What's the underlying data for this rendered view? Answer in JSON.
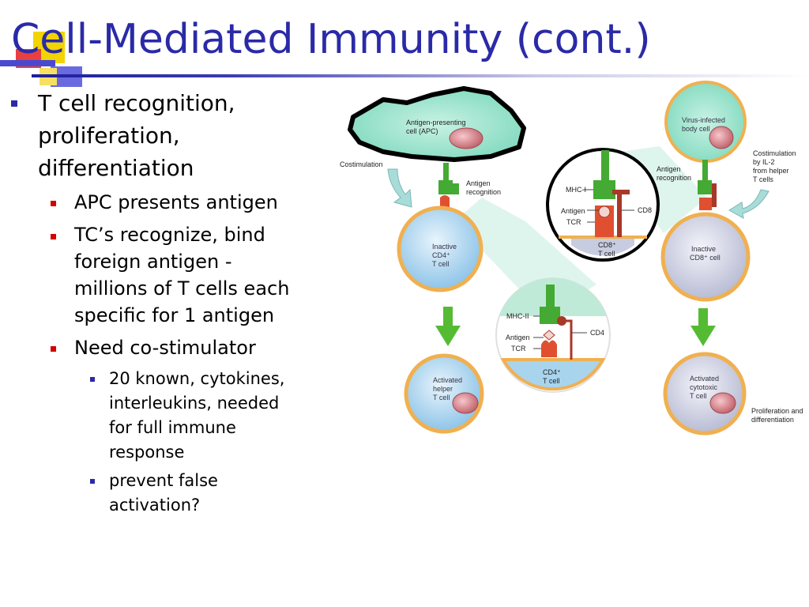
{
  "slide": {
    "title": "Cell-Mediated Immunity (cont.)",
    "bullets": {
      "b1": [
        "T cell recognition,",
        "proliferation,",
        "differentiation"
      ],
      "b1_1": "APC presents antigen",
      "b1_2": [
        "TC’s recognize, bind",
        "foreign antigen -",
        "millions of T cells each",
        "specific for 1 antigen"
      ],
      "b1_3": "Need co-stimulator",
      "b1_3_1": [
        "20 known, cytokines,",
        "interleukins, needed",
        "for full immune",
        "response"
      ],
      "b1_3_2": [
        "prevent false",
        "activation?"
      ]
    }
  },
  "figure": {
    "apc": [
      "Antigen-presenting",
      "cell (APC)"
    ],
    "costim_left": "Costimulation",
    "antigen_recognition": [
      "Antigen",
      "recognition"
    ],
    "inactive_cd4": [
      "Inactive",
      "CD4⁺",
      "T cell"
    ],
    "activated_helper": [
      "Activated",
      "helper",
      "T cell"
    ],
    "zoom_cd4": {
      "mhc": "MHC-II",
      "antigen": "Antigen",
      "tcr": "TCR",
      "co": "CD4",
      "cell": [
        "CD4⁺",
        "T cell"
      ]
    },
    "virus_cell": [
      "Virus-infected",
      "body cell"
    ],
    "costim_right": [
      "Costimulation",
      "by IL-2",
      "from helper",
      "T cells"
    ],
    "antigen_recognition_right": [
      "Antigen",
      "recognition"
    ],
    "zoom_cd8": {
      "mhc": "MHC-I",
      "antigen": "Antigen",
      "tcr": "TCR",
      "co": "CD8",
      "cell": [
        "CD8⁺",
        "T cell"
      ]
    },
    "inactive_cd8": [
      "Inactive",
      "CD8⁺ cell"
    ],
    "activated_cytotoxic": [
      "Activated",
      "cytotoxic",
      "T cell"
    ],
    "proliferation": [
      "Proliferation and",
      "differentiation"
    ]
  },
  "colors": {
    "title": "#2a2aa8",
    "apc_fill": "#8fe0c8",
    "cd4_cell": "#a8d4ee",
    "cd8_cell": "#c8cce0",
    "membrane": "#f0b050",
    "receptor_green": "#44aa33",
    "tcr_red": "#e05030",
    "arrow_green": "#55bb33"
  }
}
